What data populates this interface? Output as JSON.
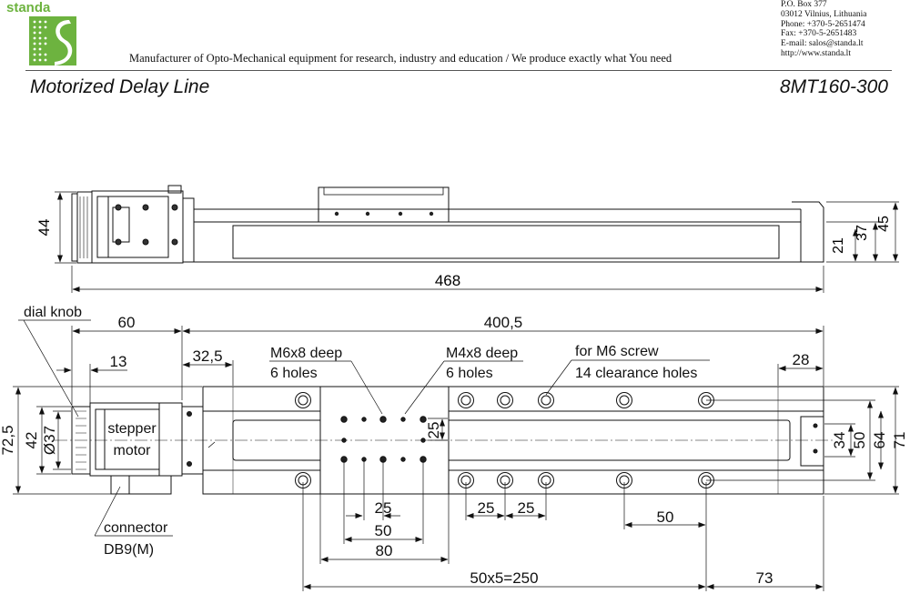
{
  "company": {
    "logo_text": "standa",
    "tagline": "Manufacturer of Opto-Mechanical equipment for research, industry and education / We produce exactly what You need",
    "contact_lines": [
      "P.O. Box 377",
      "03012 Vilnius, Lithuania",
      "Phone: +370-5-2651474",
      "Fax: +370-5-2651483",
      "E-mail: salos@standa.lt",
      "http://www.standa.lt"
    ]
  },
  "title": "Motorized Delay Line",
  "model": "8MT160-300",
  "side_view": {
    "dim_height": "44",
    "dim_length": "468",
    "dim_right_21": "21",
    "dim_right_37": "37",
    "dim_right_45": "45"
  },
  "top_view": {
    "dims": {
      "d60": "60",
      "d400_5": "400,5",
      "d13": "13",
      "d32_5": "32,5",
      "d28": "28",
      "d72_5": "72,5",
      "d42": "42",
      "d37": "Ø37",
      "d25_vert": "25",
      "d34": "34",
      "d50_vert": "50",
      "d64": "64",
      "d71": "71",
      "d25_h1": "25",
      "d50_h": "50",
      "d80": "80",
      "d25_h2": "25",
      "d25_h3": "25",
      "d50_right": "50",
      "d250": "50x5=250",
      "d73": "73"
    },
    "labels": {
      "dial_knob": "dial knob",
      "stepper_line1": "stepper",
      "stepper_line2": "motor",
      "connector": "connector",
      "db9": "DB9(M)",
      "m6_line1": "M6x8 deep",
      "m6_line2": "6 holes",
      "m4_line1": "M4x8 deep",
      "m4_line2": "6 holes",
      "clear_line1": "for M6 screw",
      "clear_line2": "14 clearance holes"
    }
  },
  "colors": {
    "logo_green": "#6db33f",
    "line": "#111111",
    "background": "#ffffff"
  }
}
